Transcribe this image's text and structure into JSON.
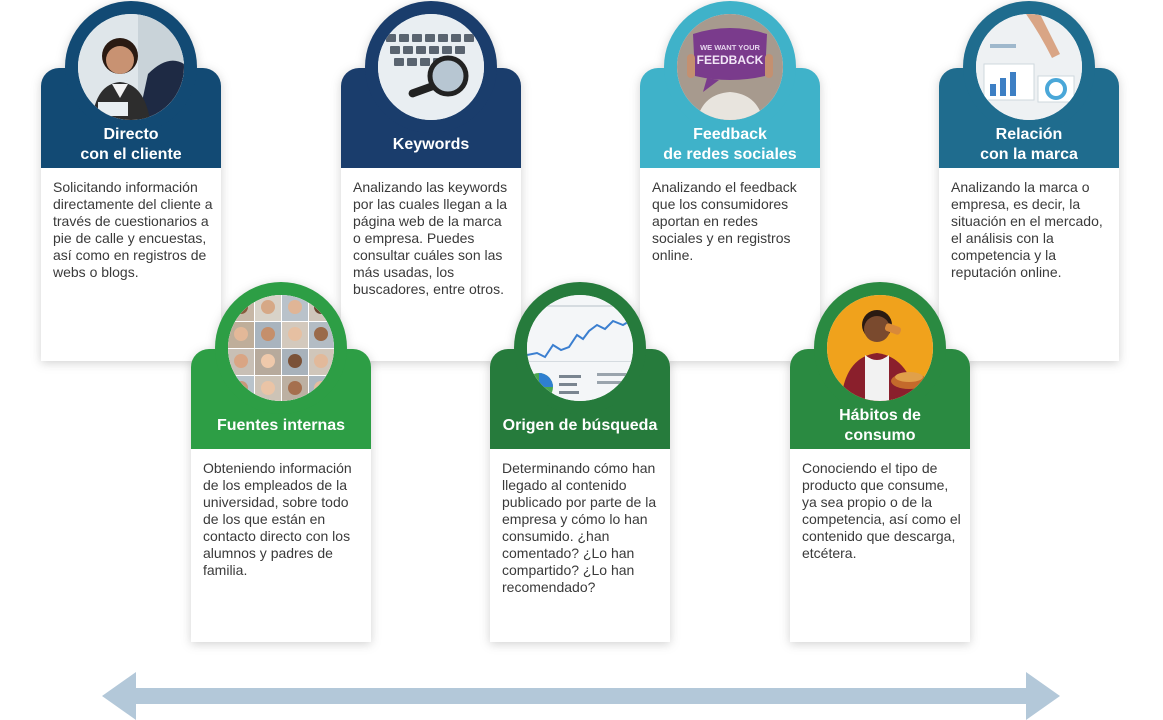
{
  "cards": [
    {
      "title": "Directo\ncon el cliente",
      "text": "Solicitando información directamente del cliente a través de cuestionarios a pie de calle y encuestas, así como en registros de webs o blogs."
    },
    {
      "title": "Keywords",
      "text": "Analizando las keywords por las cuales llegan a la página web de la marca o empresa. Puedes consultar cuáles son las más usadas, los buscadores, entre otros."
    },
    {
      "title": "Feedback\nde redes sociales",
      "text": "Analizando el feedback que los consumidores aportan en redes sociales y en registros online."
    },
    {
      "title": "Relación\ncon la marca",
      "text": "Analizando la marca o empresa, es decir, la situación en el mercado, el análisis con la competencia y la reputación online."
    },
    {
      "title": "Fuentes internas",
      "text": "Obteniendo información de los empleados de la universidad, sobre todo de los que están en contacto directo con los alumnos y padres de familia."
    },
    {
      "title": "Origen de búsqueda",
      "text": "Determinando cómo han llegado al contenido publicado por parte de la empresa y cómo lo han consumido. ¿han comentado? ¿Lo han compartido? ¿Lo han recomendado?"
    },
    {
      "title": "Hábitos de\nconsumo",
      "text": "Conociendo el tipo de producto que consume, ya sea propio o de la competencia, así como el contenido que descarga, etcétera."
    }
  ],
  "photo_texts": {
    "feedback_sign": "WE WANT YOUR",
    "feedback_sign_big": "FEEDBACK"
  },
  "colors": {
    "navy": "#124a74",
    "navy_dark": "#1a3d6c",
    "cyan": "#3fb2c9",
    "teal": "#1f6c8e",
    "green": "#2d9e45",
    "green_dark": "#267b3c",
    "green_mid": "#2a8a41",
    "arrow": "#b3c8d9"
  },
  "icons": [
    "person-photo",
    "keyboard-magnifier-photo",
    "feedback-sign-photo",
    "hand-chart-photo",
    "video-grid-photo",
    "analytics-screen-photo",
    "man-eating-photo",
    "double-arrow-icon"
  ]
}
